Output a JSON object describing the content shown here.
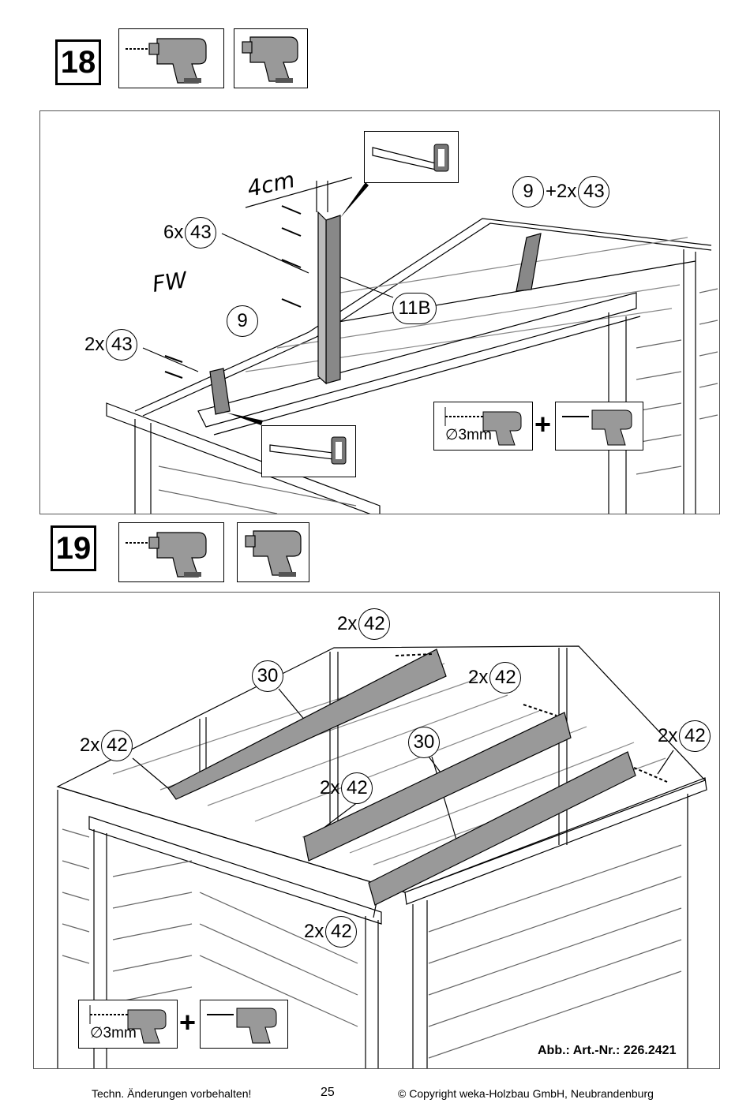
{
  "steps": [
    {
      "number": "18",
      "callouts": {
        "dimension": "4cm",
        "label_fw": "FW",
        "top_right": {
          "prefix": "9",
          "mult": "+2x",
          "part": "43"
        },
        "left_six": {
          "mult": "6x",
          "part": "43"
        },
        "post": {
          "part": "11B"
        },
        "strut": {
          "part": "9"
        },
        "left_two": {
          "mult": "2x",
          "part": "43"
        }
      },
      "drill": {
        "diameter": "∅3mm",
        "plus": "+"
      }
    },
    {
      "number": "19",
      "callouts": {
        "top": {
          "mult": "2x",
          "part": "42"
        },
        "upper_right": {
          "mult": "2x",
          "part": "42"
        },
        "far_right": {
          "mult": "2x",
          "part": "42"
        },
        "left": {
          "mult": "2x",
          "part": "42"
        },
        "middle": {
          "mult": "2x",
          "part": "42"
        },
        "bottom": {
          "mult": "2x",
          "part": "42"
        },
        "beam_left": {
          "part": "30"
        },
        "beam_mid": {
          "part": "30"
        }
      },
      "drill": {
        "diameter": "∅3mm",
        "plus": "+"
      }
    }
  ],
  "art_number": "Abb.: Art.-Nr.: 226.2421",
  "footer": {
    "left": "Techn. Änderungen vorbehalten!",
    "page": "25",
    "right": "© Copyright weka-Holzbau GmbH, Neubrandenburg"
  }
}
